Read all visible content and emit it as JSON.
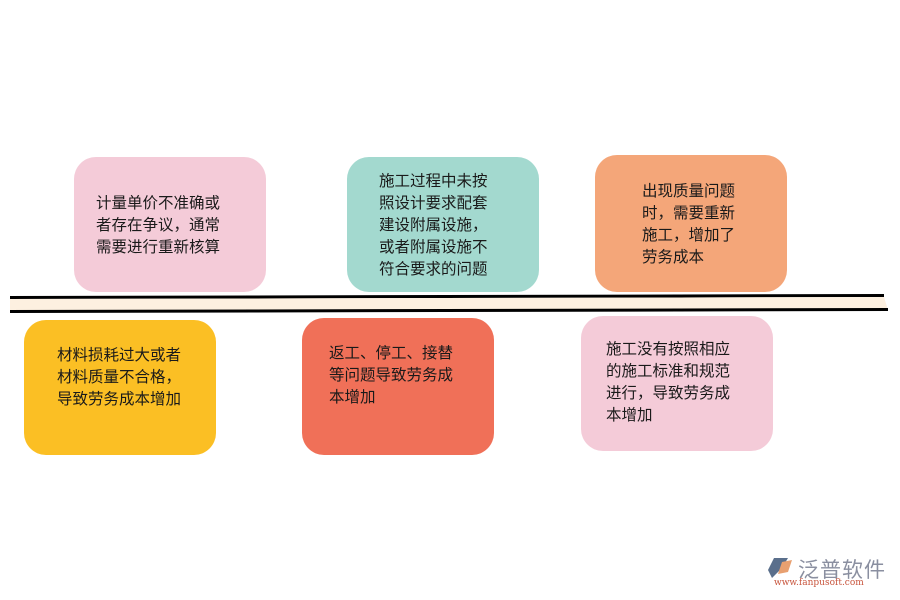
{
  "diagram": {
    "type": "fishbone-timeline",
    "top_cards": [
      {
        "text": "计量单价不准确或\n者存在争议，通常\n需要进行重新核算",
        "color": "#f4cbd8"
      },
      {
        "text": "施工过程中未按\n照设计要求配套\n建设附属设施，\n或者附属设施不\n符合要求的问题",
        "color": "#a3d9cf"
      },
      {
        "text": "出现质量问题\n时，需要重新\n施工，增加了\n劳务成本",
        "color": "#f4a679"
      }
    ],
    "bottom_cards": [
      {
        "text": "材料损耗过大或者\n材料质量不合格，\n导致劳务成本增加",
        "color": "#fbbf24"
      },
      {
        "text": "返工、停工、接替\n等问题导致劳务成\n本增加",
        "color": "#f07058"
      },
      {
        "text": "施工没有按照相应\n的施工标准和规范\n进行，导致劳务成\n本增加",
        "color": "#f4cbd8"
      }
    ],
    "spine": {
      "border_color": "#000000",
      "fill_color": "#fdf0e0"
    }
  },
  "watermark": {
    "brand": "泛普软件",
    "url": "www.fanpusoft.com",
    "icon": "fanpu-logo-icon"
  }
}
